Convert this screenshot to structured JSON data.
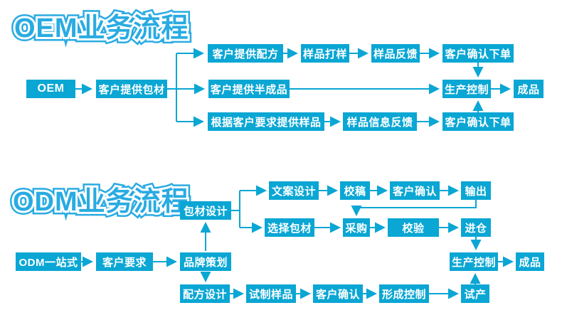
{
  "colors": {
    "accent": "#0aa6d4",
    "title_fill": "#29abe2",
    "node_text": "#ffffff",
    "background": "#ffffff"
  },
  "oem": {
    "title": "OEM业务流程",
    "nodes": {
      "start": "OEM",
      "packaging": "客户提供包材",
      "formula": "客户提供配方",
      "sample_making": "样品打样",
      "sample_feedback": "样品反馈",
      "confirm_order_1": "客户确认下单",
      "semi_finished": "客户提供半成品",
      "production_control": "生产控制",
      "finished": "成品",
      "sample_by_request": "根据客户要求提供样品",
      "sample_info_feedback": "样品信息反馈",
      "confirm_order_2": "客户确认下单"
    }
  },
  "odm": {
    "title": "ODM业务流程",
    "nodes": {
      "start": "ODM一站式",
      "customer_request": "客户要求",
      "brand_planning": "品牌策划",
      "packaging_design": "包材设计",
      "copy_design": "文案设计",
      "proofreading": "校稿",
      "customer_confirm_1": "客户确认",
      "output": "输出",
      "select_packaging": "选择包材",
      "purchase": "采购",
      "verification": "校验",
      "warehousing": "进仓",
      "formula_design": "配方设计",
      "trial_sample": "试制样品",
      "customer_confirm_2": "客户确认",
      "forming_control": "形成控制",
      "trial_production": "试产",
      "production_control": "生产控制",
      "finished": "成品"
    }
  }
}
